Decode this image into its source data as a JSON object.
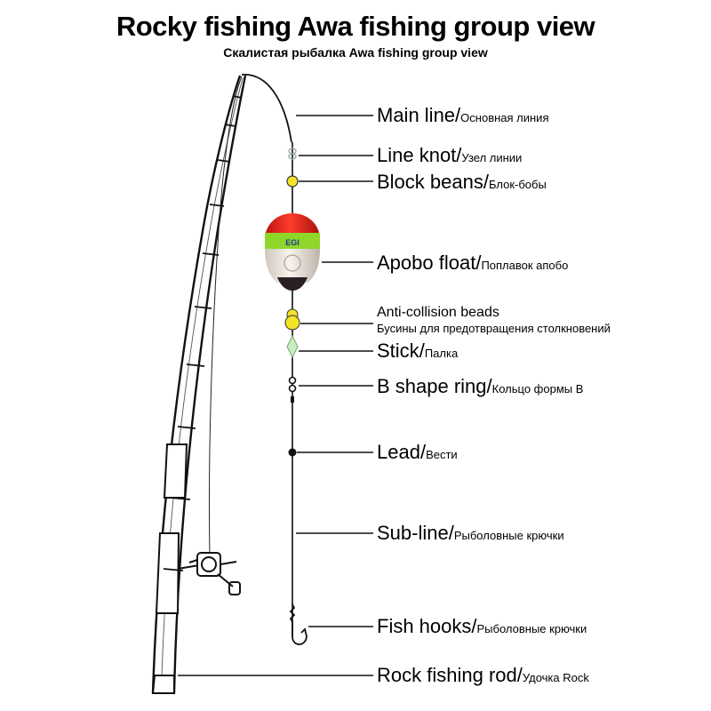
{
  "title": "Rocky fishing Awa fishing group view",
  "subtitle": "Скалистая рыбалка Awa fishing group view",
  "float_print": "EGI",
  "labels": [
    {
      "en": "Main line",
      "ru": "Основная линия"
    },
    {
      "en": "Line knot",
      "ru": "Узел линии"
    },
    {
      "en": "Block beans",
      "ru": "Блок-бобы"
    },
    {
      "en": "Apobo float",
      "ru": "Поплавок апобо"
    },
    {
      "en": "Anti-collision beads",
      "ru": "Бусины для предотвращения столкновений"
    },
    {
      "en": "Stick",
      "ru": "Палка"
    },
    {
      "en": "B shape ring",
      "ru": "Кольцо формы B"
    },
    {
      "en": "Lead",
      "ru": "Вести"
    },
    {
      "en": "Sub-line",
      "ru": "Рыболовные крючки"
    },
    {
      "en": "Fish hooks",
      "ru": "Рыболовные крючки"
    },
    {
      "en": "Rock fishing rod",
      "ru": "Удочка Rock"
    }
  ],
  "colors": {
    "float_top": "#e8251c",
    "float_band": "#8fd62a",
    "float_body": "#ece6dc",
    "float_bottom": "#2a1f22",
    "bean": "#f4e326",
    "stick": "#c9ecc0"
  }
}
